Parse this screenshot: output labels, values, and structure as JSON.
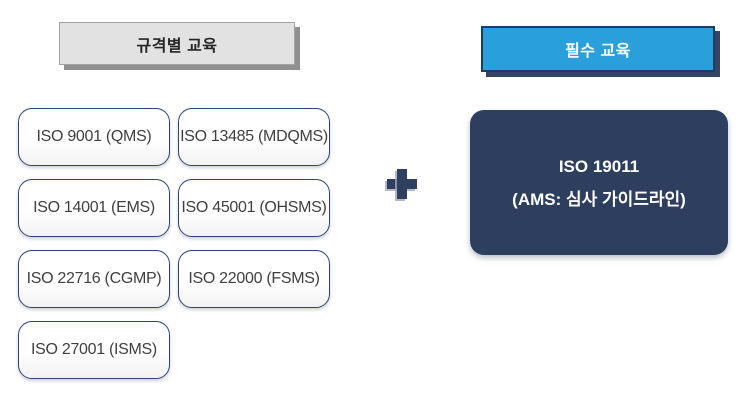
{
  "colors": {
    "accent_blue": "#29a0dc",
    "navy": "#2d3e5f",
    "box_border": "#2e4372",
    "gray_header_bg": "#e2e2e2",
    "text_dark": "#3f3f3f"
  },
  "left_section": {
    "header": "규격별 교육",
    "standards": [
      "ISO 9001 (QMS)",
      "ISO 13485 (MDQMS)",
      "ISO 14001 (EMS)",
      "ISO 45001 (OHSMS)",
      "ISO 22716 (CGMP)",
      "ISO 22000 (FSMS)",
      "ISO 27001 (ISMS)"
    ]
  },
  "plus": {
    "symbol": "+"
  },
  "right_section": {
    "header": "필수 교육",
    "course": {
      "line1": "ISO 19011",
      "line2": "(AMS: 심사 가이드라인)"
    }
  }
}
